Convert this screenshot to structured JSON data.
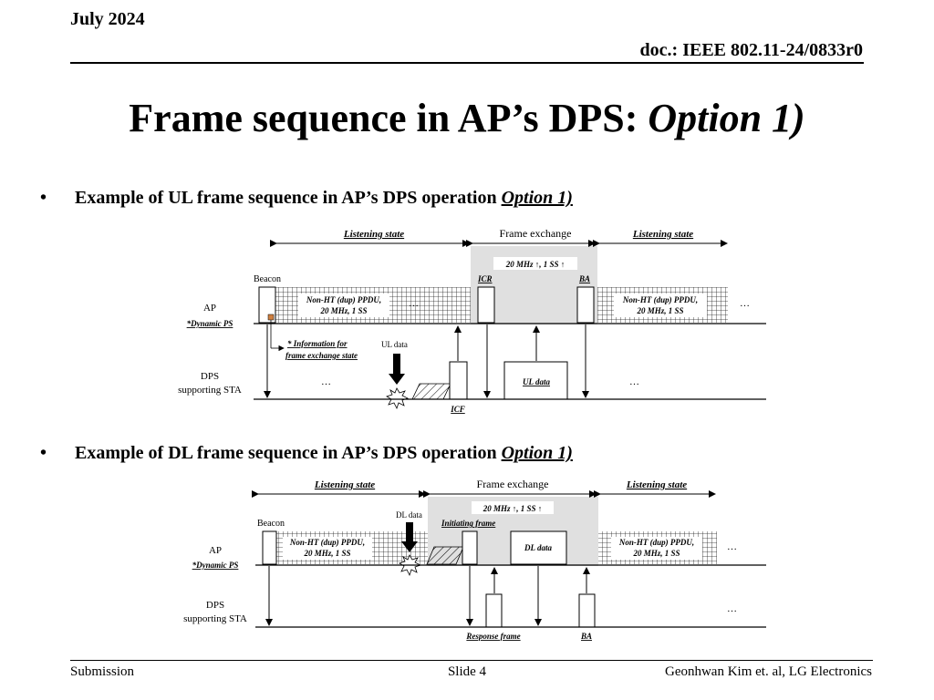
{
  "header": {
    "date": "July 2024",
    "doc": "doc.: IEEE 802.11-24/0833r0"
  },
  "title": {
    "main": "Frame sequence in AP’s DPS:",
    "option": "Option 1)"
  },
  "bullets": [
    {
      "dot": "•",
      "text": "Example of UL frame sequence in AP’s DPS operation ",
      "option": "Option 1)"
    },
    {
      "dot": "•",
      "text": "Example of DL frame sequence in AP’s DPS operation ",
      "option": "Option 1)"
    }
  ],
  "ul_diagram": {
    "listening_left": "Listening state",
    "frame_exchange": "Frame exchange",
    "listening_right": "Listening state",
    "bw_note": "20 MHz ↑, 1 SS ↑",
    "beacon": "Beacon",
    "icr": "ICR",
    "ba": "BA",
    "ppdu_left_1": "Non-HT (dup) PPDU,",
    "ppdu_left_2": "20 MHz, 1 SS",
    "ppdu_right_1": "Non-HT (dup) PPDU,",
    "ppdu_right_2": "20 MHz, 1 SS",
    "ellipsis": "…",
    "ap": "AP",
    "dynamic_ps": "*Dynamic PS",
    "info_1": "* Information for",
    "info_2": "frame exchange state",
    "ul_data_arrow": "UL data",
    "dps_1": "DPS",
    "dps_2": "supporting  STA",
    "ul_data_box": "UL data",
    "icf": "ICF"
  },
  "dl_diagram": {
    "listening_left": "Listening state",
    "frame_exchange": "Frame exchange",
    "listening_right": "Listening state",
    "bw_note": "20 MHz ↑, 1 SS ↑",
    "beacon": "Beacon",
    "dl_data_arrow": "DL data",
    "initiating": "Initiating frame",
    "dl_data_box": "DL data",
    "ppdu_left_1": "Non-HT (dup) PPDU,",
    "ppdu_left_2": "20 MHz, 1 SS",
    "ppdu_right_1": "Non-HT (dup) PPDU,",
    "ppdu_right_2": "20 MHz, 1 SS",
    "ellipsis": "…",
    "ap": "AP",
    "dynamic_ps": "*Dynamic PS",
    "dps_1": "DPS",
    "dps_2": "supporting  STA",
    "response": "Response frame",
    "ba": "BA"
  },
  "footer": {
    "left": "Submission",
    "center": "Slide 4",
    "right": "Geonhwan Kim et. al, LG Electronics"
  }
}
